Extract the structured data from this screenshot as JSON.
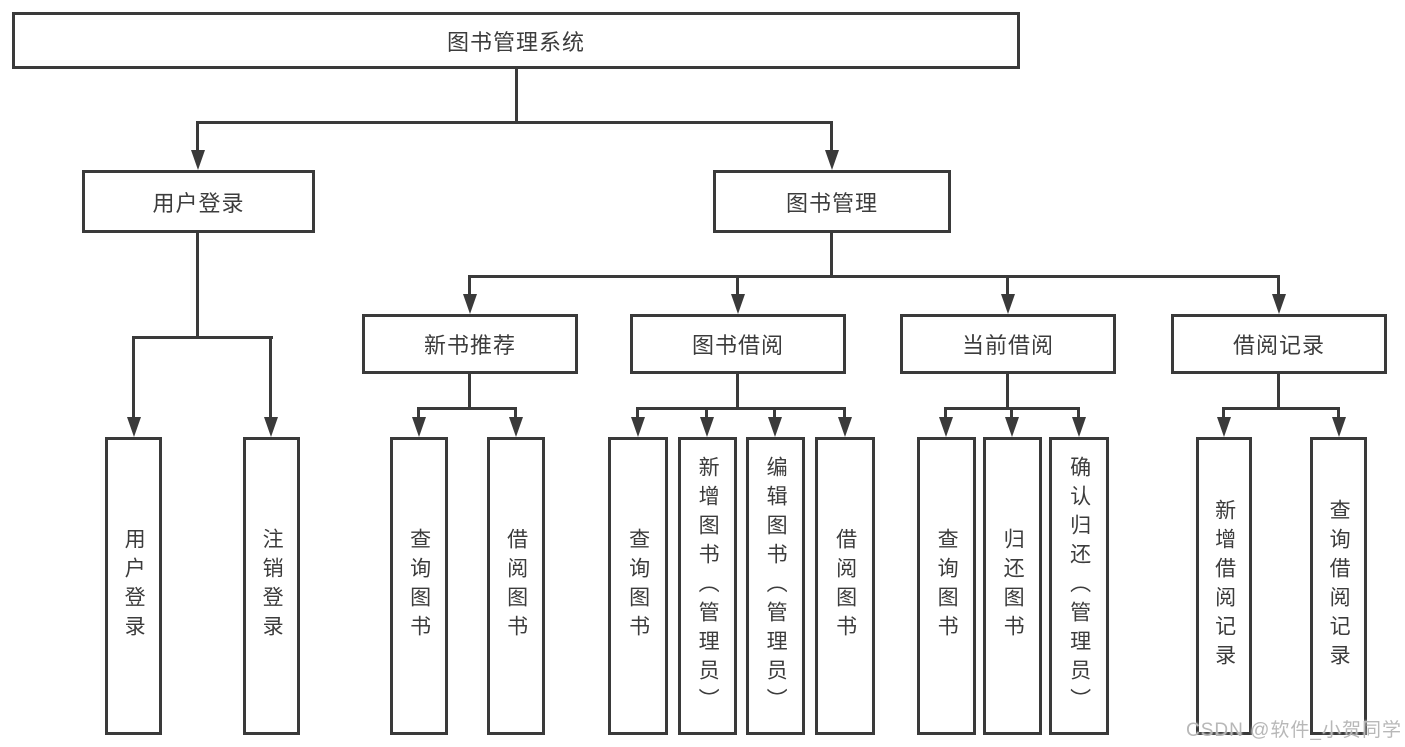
{
  "root": {
    "label": "图书管理系统"
  },
  "level2": {
    "user_login": "用户登录",
    "book_mgmt": "图书管理"
  },
  "level3": {
    "new_book_recommend": "新书推荐",
    "book_borrow": "图书借阅",
    "current_borrow": "当前借阅",
    "borrow_records": "借阅记录"
  },
  "leaves": {
    "user_login": "用户登录",
    "logout": "注销登录",
    "recommend_query_books": "查询图书",
    "recommend_borrow_books": "借阅图书",
    "borrow_query_books": "查询图书",
    "borrow_add_books_admin": "新增图书（管理员）",
    "borrow_edit_books_admin": "编辑图书（管理员）",
    "borrow_borrow_books": "借阅图书",
    "current_query_books": "查询图书",
    "current_return_books": "归还图书",
    "current_confirm_return_admin": "确认归还（管理员）",
    "records_add_record": "新增借阅记录",
    "records_query_record": "查询借阅记录"
  },
  "watermark": "CSDN @软件_小贺同学",
  "colors": {
    "line": "#3a3a3a",
    "text": "#3c3c3c",
    "watermark": "#b8b8b8",
    "background": "#ffffff"
  }
}
